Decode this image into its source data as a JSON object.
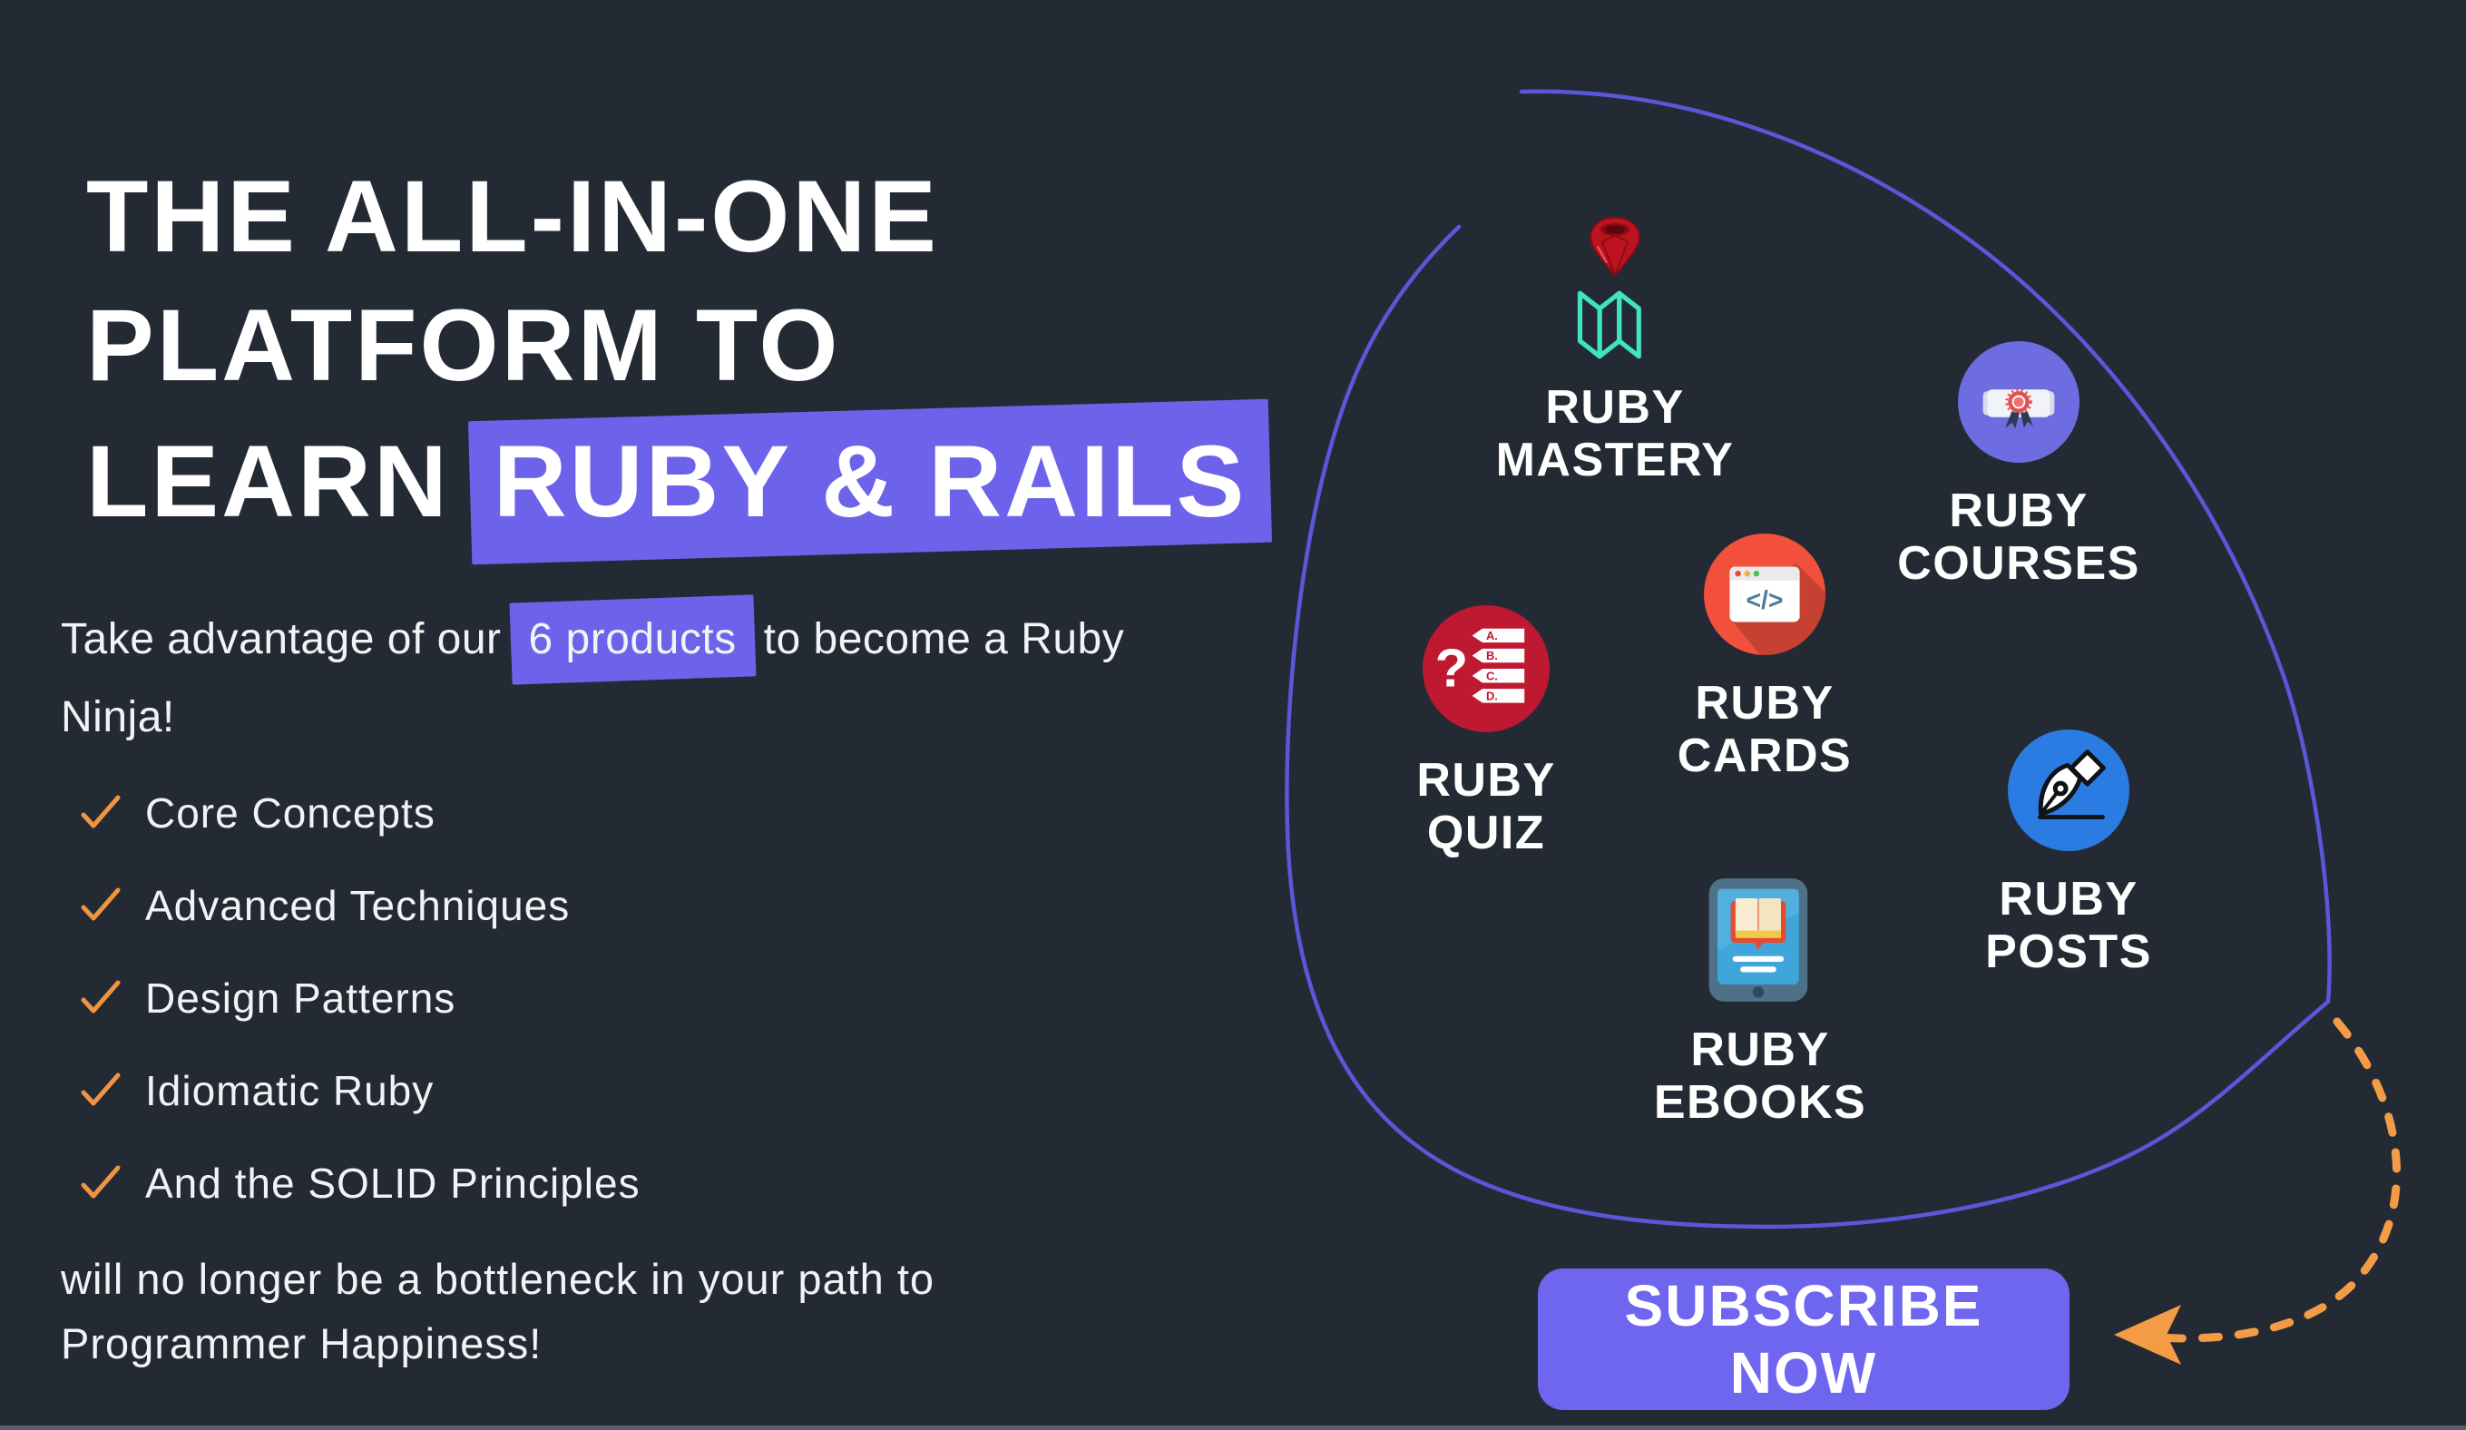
{
  "theme": {
    "bg": "#242A34",
    "accent": "#6C63EA",
    "button": "#6F66F0",
    "blob_stroke": "#5A57D8",
    "check": "#F0953F",
    "arrow": "#F49C45",
    "strip": "#5A6068",
    "text": "#F2F3F5"
  },
  "hero": {
    "heading_line1": "THE ALL-IN-ONE",
    "heading_line2": "PLATFORM TO",
    "heading_line3_prefix": "LEARN",
    "heading_highlight": "RUBY & RAILS",
    "intro_before": "Take advantage of our",
    "intro_highlight": "6 products",
    "intro_after": "to become a Ruby Ninja!",
    "checklist": [
      "Core Concepts",
      "Advanced Techniques",
      "Design Patterns",
      "Idiomatic Ruby",
      "And the SOLID Principles"
    ],
    "outro": "will no longer be a bottleneck in your path to Programmer Happiness!"
  },
  "products": [
    {
      "name": "Ruby Mastery",
      "label_line1": "RUBY",
      "label_line2": "MASTERY",
      "icon": "gem-and-map-icon",
      "colors": {
        "gem": "#BE1220",
        "map": "#3FE5C1"
      }
    },
    {
      "name": "Ruby Courses",
      "label_line1": "RUBY",
      "label_line2": "COURSES",
      "icon": "diploma-icon",
      "colors": {
        "circle": "#6D6CE0"
      }
    },
    {
      "name": "Ruby Cards",
      "label_line1": "RUBY",
      "label_line2": "CARDS",
      "icon": "code-window-icon",
      "colors": {
        "circle": "#F2503C"
      }
    },
    {
      "name": "Ruby Quiz",
      "label_line1": "RUBY",
      "label_line2": "QUIZ",
      "icon": "multiple-choice-icon",
      "colors": {
        "circle": "#BE1931"
      }
    },
    {
      "name": "Ruby Posts",
      "label_line1": "RUBY",
      "label_line2": "POSTS",
      "icon": "pen-nib-icon",
      "colors": {
        "circle": "#2B7CE2"
      }
    },
    {
      "name": "Ruby Ebooks",
      "label_line1": "RUBY",
      "label_line2": "EBOOKS",
      "icon": "ebook-tablet-icon",
      "colors": {
        "tablet": "#4E7187",
        "screen": "#3FA6DB"
      }
    }
  ],
  "cta": {
    "label": "SUBSCRIBE NOW"
  }
}
